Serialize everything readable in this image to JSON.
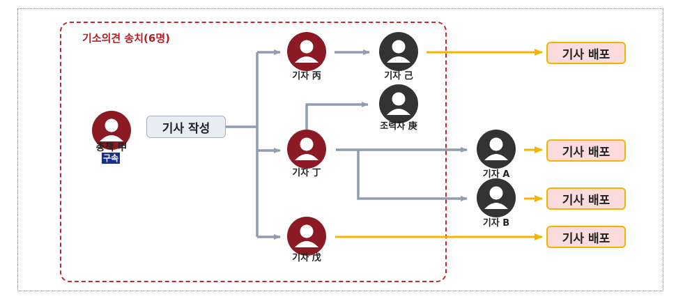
{
  "group": {
    "title": "기소의견 송치(6명)"
  },
  "people": {
    "chief": {
      "name": "총책 甲",
      "badge": "구속"
    },
    "reporter_byeong": "기자 丙",
    "reporter_jeong": "기자 丁",
    "reporter_mu": "기자 戊",
    "reporter_gi": "기자 己",
    "helper_gyeong": "조력자 庚",
    "reporter_a": "기자 A",
    "reporter_b": "기자 B"
  },
  "actions": {
    "write": "기사 작성",
    "distribute": "기사 배포"
  },
  "colors": {
    "accused": "#8b1a24",
    "other": "#333333",
    "flow_line": "#8f9db0",
    "distribution_line": "#f5b400",
    "group_border": "#c0282e"
  }
}
